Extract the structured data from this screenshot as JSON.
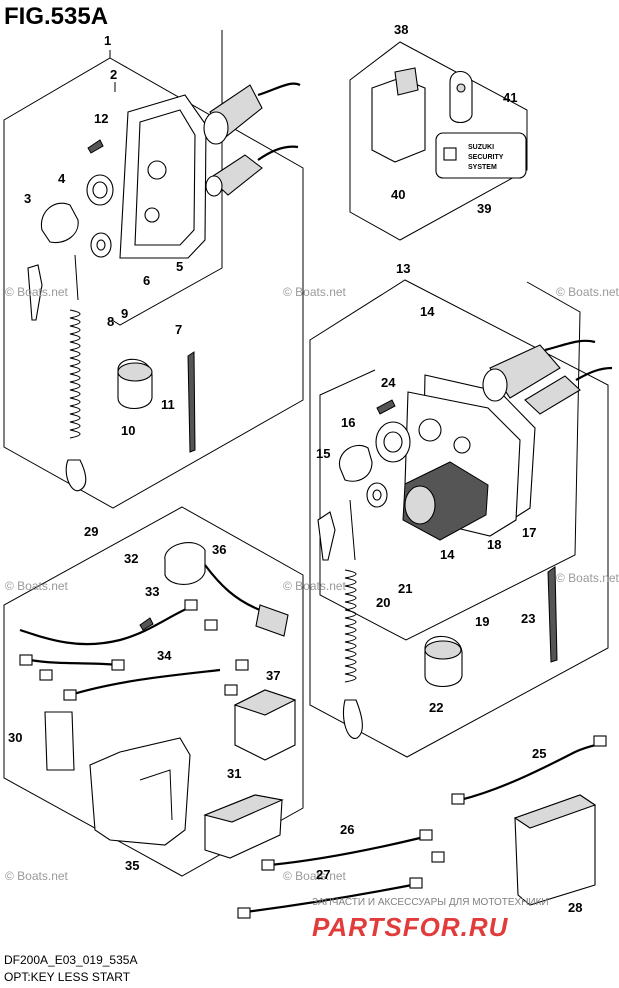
{
  "header": {
    "title": "FIG.535A"
  },
  "footer": {
    "code": "DF200A_E03_019_535A",
    "caption": "OPT:KEY LESS START"
  },
  "watermarks": {
    "boats": "© Boats.net",
    "ru_text": "ЗАПЧАСТИ И АКСЕССУАРЫ ДЛЯ МОТОТЕХНИКИ",
    "brand": "PARTSFOR.RU"
  },
  "part_labels": [
    "1",
    "2",
    "3",
    "4",
    "5",
    "6",
    "7",
    "8",
    "9",
    "10",
    "11",
    "12",
    "13",
    "14",
    "14",
    "15",
    "16",
    "17",
    "18",
    "19",
    "20",
    "21",
    "22",
    "23",
    "24",
    "25",
    "26",
    "27",
    "28",
    "29",
    "30",
    "31",
    "32",
    "33",
    "34",
    "35",
    "36",
    "37",
    "38",
    "39",
    "40",
    "41"
  ],
  "security_label": {
    "line1": "SUZUKI",
    "line2": "SECURITY",
    "line3": "SYSTEM"
  }
}
